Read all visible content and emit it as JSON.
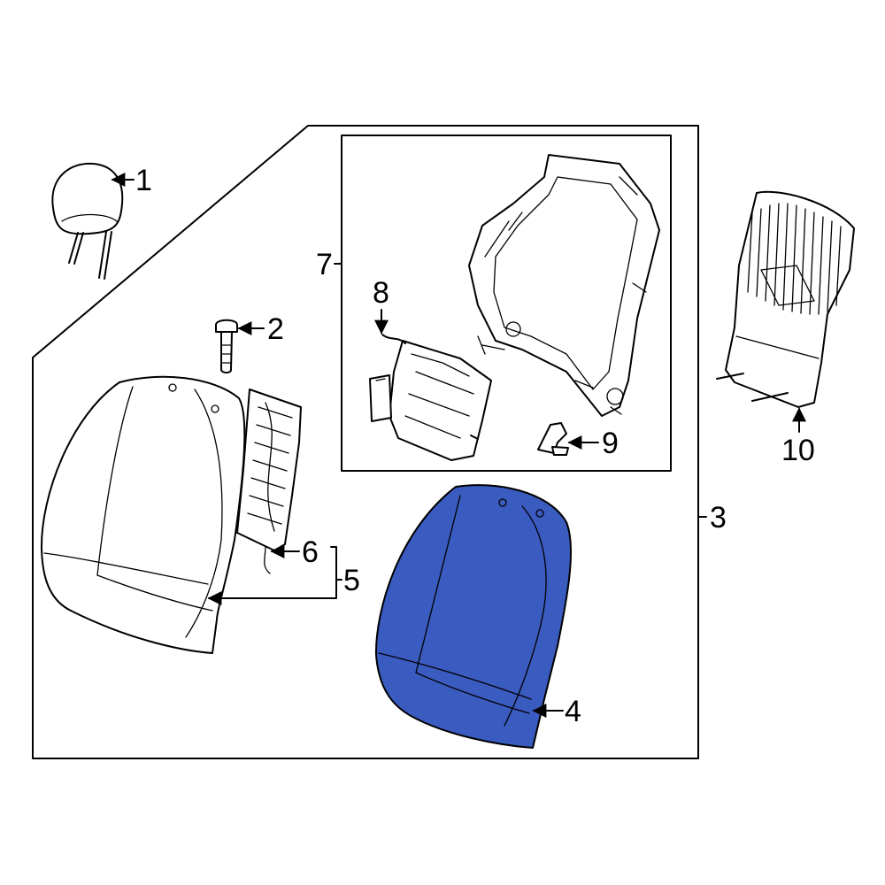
{
  "diagram": {
    "highlight_color": "#3a5bbf",
    "line_color": "#000000",
    "callouts": {
      "c1": "1",
      "c2": "2",
      "c3": "3",
      "c4": "4",
      "c5": "5",
      "c6": "6",
      "c7": "7",
      "c8": "8",
      "c9": "9",
      "c10": "10"
    }
  }
}
